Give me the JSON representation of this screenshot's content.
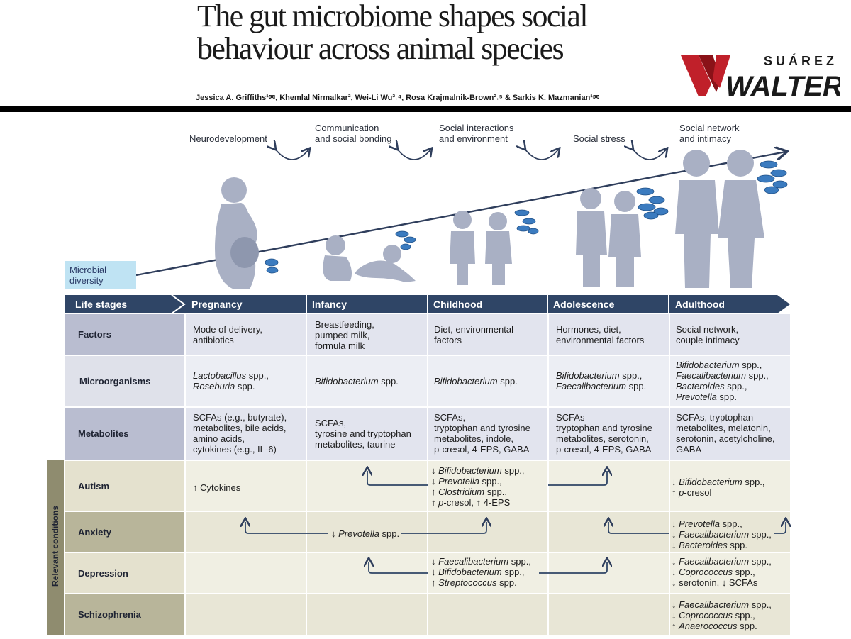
{
  "header": {
    "title_line1": "The gut microbiome shapes social",
    "title_line2": "behaviour across animal species",
    "authors": "Jessica A. Griffiths¹✉, Khemlal Nirmalkar², Wei-Li Wu³˒⁴, Rosa Krajmalnik-Brown²˒⁵ & Sarkis K. Mazmanian¹✉",
    "logo_top": "SUÁREZ",
    "logo_main": "WALTER"
  },
  "timeline": {
    "top_labels": [
      {
        "line1": "Neurodevelopment",
        "line2": ""
      },
      {
        "line1": "Communication",
        "line2": "and social bonding"
      },
      {
        "line1": "Social interactions",
        "line2": "and environment"
      },
      {
        "line1": "Social stress",
        "line2": ""
      },
      {
        "line1": "Social network",
        "line2": "and intimacy"
      }
    ],
    "diversity_line1": "Microbial",
    "diversity_line2": "diversity"
  },
  "table": {
    "life_stages_label": "Life stages",
    "stages": [
      "Pregnancy",
      "Infancy",
      "Childhood",
      "Adolescence",
      "Adulthood"
    ],
    "rows": {
      "factors": {
        "label": "Factors",
        "cells": [
          [
            "Mode of delivery,",
            "antibiotics"
          ],
          [
            "Breastfeeding,",
            "pumped milk,",
            "formula milk"
          ],
          [
            "Diet, environmental",
            "factors"
          ],
          [
            "Hormones, diet,",
            "environmental factors"
          ],
          [
            "Social network,",
            "couple intimacy"
          ]
        ]
      },
      "microorganisms": {
        "label": "Microorganisms",
        "spp": "spp.",
        "cells": [
          [
            [
              "Lactobacillus",
              " spp.,"
            ],
            [
              "Roseburia",
              " spp."
            ]
          ],
          [
            [
              "Bifidobacterium",
              " spp."
            ]
          ],
          [
            [
              "Bifidobacterium",
              " spp."
            ]
          ],
          [
            [
              "Bifidobacterium",
              " spp.,"
            ],
            [
              "Faecalibacterium",
              " spp."
            ]
          ],
          [
            [
              "Bifidobacterium",
              " spp.,"
            ],
            [
              "Faecalibacterium",
              " spp.,"
            ],
            [
              "Bacteroides",
              " spp.,"
            ],
            [
              "Prevotella",
              " spp."
            ]
          ]
        ]
      },
      "metabolites": {
        "label": "Metabolites",
        "cells": [
          [
            "SCFAs (e.g., butyrate),",
            "metabolites, bile acids,",
            "amino acids,",
            "cytokines (e.g., IL-6)"
          ],
          [
            "SCFAs,",
            "tyrosine and tryptophan",
            "metabolites, taurine"
          ],
          [
            "SCFAs,",
            "tryptophan and tyrosine",
            "metabolites, indole,",
            "p-cresol, 4-EPS, GABA"
          ],
          [
            "SCFAs",
            "tryptophan and tyrosine",
            "metabolites, serotonin,",
            "p-cresol, 4-EPS, GABA"
          ],
          [
            "SCFAs, tryptophan",
            "metabolites, melatonin,",
            "serotonin, acetylcholine,",
            "GABA"
          ]
        ]
      }
    },
    "conditions_label": "Relevant conditions",
    "conditions": {
      "autism": {
        "label": "Autism",
        "pregnancy": "↑ Cytokines",
        "childhood": [
          [
            "↓ ",
            "Bifidobacterium",
            " spp.,"
          ],
          [
            "↓ ",
            "Prevotella",
            " spp.,"
          ],
          [
            "↑ ",
            "Clostridium",
            " spp.,"
          ],
          [
            "↑ ",
            "p",
            "-cresol, ↑ 4-EPS"
          ]
        ],
        "adulthood": [
          [
            "↓ ",
            "Bifidobacterium",
            " spp.,"
          ],
          [
            "↑ ",
            "p",
            "-cresol"
          ]
        ]
      },
      "anxiety": {
        "label": "Anxiety",
        "infancy": [
          [
            "↓ ",
            "Prevotella",
            " spp."
          ]
        ],
        "adulthood": [
          [
            "↓ ",
            "Prevotella",
            " spp.,"
          ],
          [
            "↓ ",
            "Faecalibacterium",
            " spp.,"
          ],
          [
            "↓ ",
            "Bacteroides",
            " spp."
          ]
        ]
      },
      "depression": {
        "label": "Depression",
        "childhood": [
          [
            "↓ ",
            "Faecalibacterium",
            " spp.,"
          ],
          [
            "↓ ",
            "Bifidobacterium",
            " spp.,"
          ],
          [
            "↑ ",
            "Streptococcus",
            " spp."
          ]
        ],
        "adulthood": [
          [
            "↓ ",
            "Faecalibacterium",
            " spp.,"
          ],
          [
            "↓ ",
            "Coprococcus",
            " spp.,"
          ],
          [
            "↓ serotonin, ↓ SCFAs",
            "",
            ""
          ]
        ]
      },
      "schizophrenia": {
        "label": "Schizophrenia",
        "adulthood": [
          [
            "↓ ",
            "Faecalibacterium",
            " spp.,"
          ],
          [
            "↓ ",
            "Coprococcus",
            " spp.,"
          ],
          [
            "↑ ",
            "Anaerococcus",
            " spp."
          ]
        ]
      }
    }
  },
  "colors": {
    "stage_band": "#2f4566",
    "row_label_blue": "#b9bdd0",
    "row_label_tan": "#b8b59a",
    "conditions_sidebar": "#8f8c6f",
    "silhouette": "#a9b0c4",
    "microbe": "#3b7bbf"
  }
}
